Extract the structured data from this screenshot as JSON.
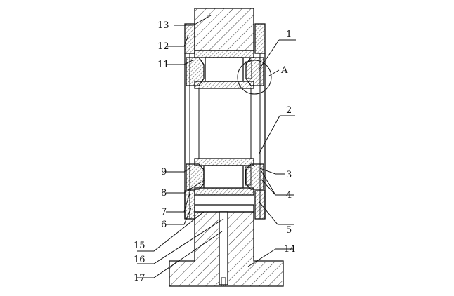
{
  "figure": {
    "labels": {
      "l1": "1",
      "l2": "2",
      "l3": "3",
      "l4": "4",
      "l5": "5",
      "l6": "6",
      "l7": "7",
      "l8": "8",
      "l9": "9",
      "l11": "11",
      "l12": "12",
      "l13": "13",
      "l14": "14",
      "l15": "15",
      "l16": "16",
      "l17": "17",
      "detail": "A"
    }
  }
}
